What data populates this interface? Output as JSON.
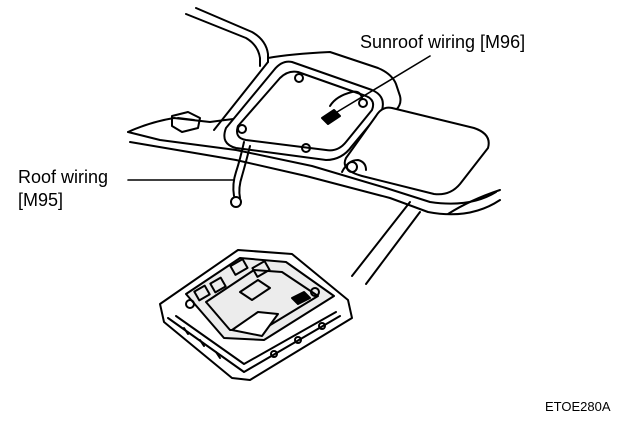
{
  "labels": {
    "sunroof_wiring": "Sunroof wiring [M96]",
    "roof_wiring_line1": "Roof wiring",
    "roof_wiring_line2": "[M95]"
  },
  "figure_code": "ETOE280A",
  "colors": {
    "ink": "#000000",
    "panel_fill": "#ececec",
    "background": "#ffffff"
  }
}
